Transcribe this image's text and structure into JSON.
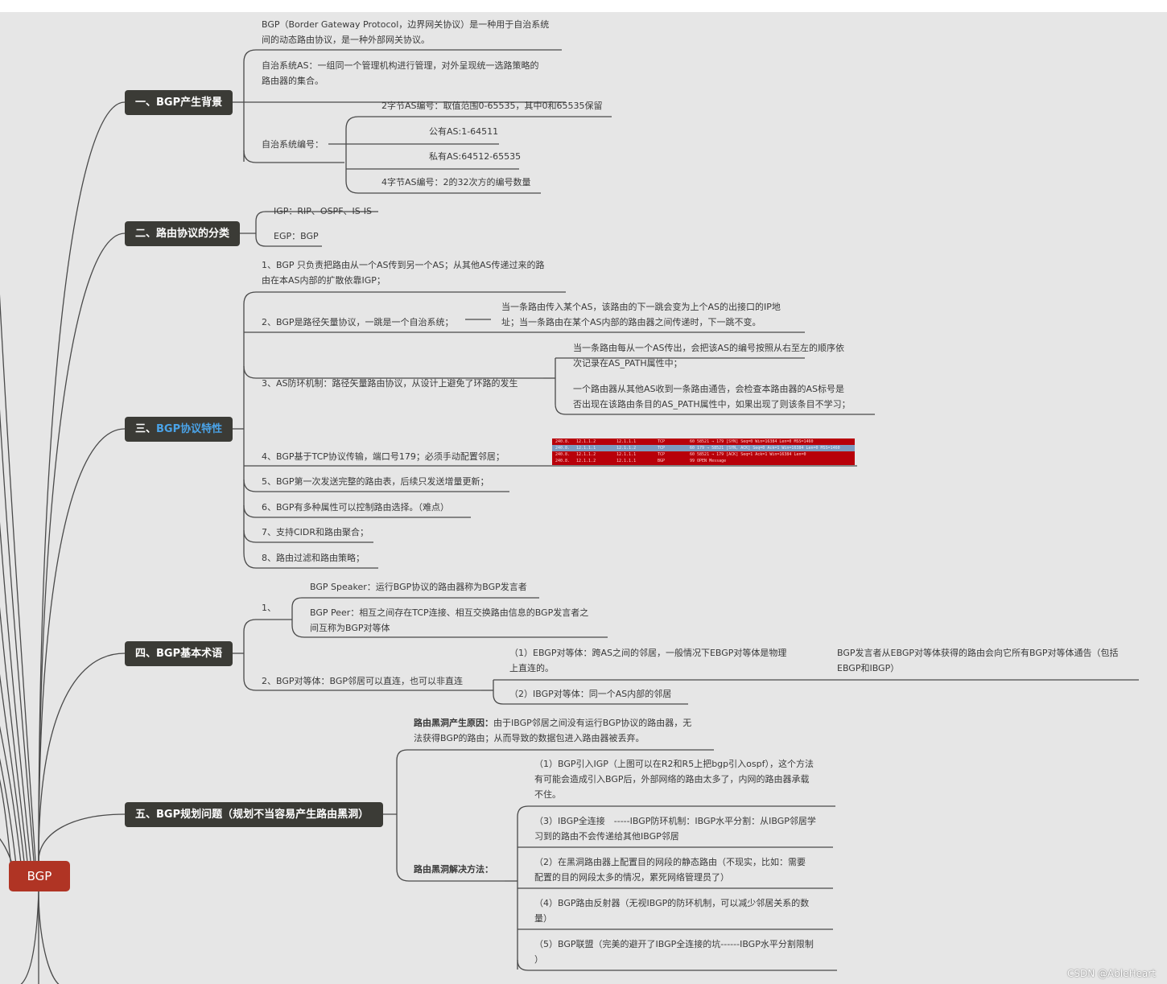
{
  "root": "BGP",
  "branches": {
    "b1": "一、BGP产生背景",
    "b2": "二、路由协议的分类",
    "b3_prefix": "三、",
    "b3_hl": "BGP协议特性",
    "b4": "四、BGP基本术语",
    "b5": "五、BGP规划问题（规划不当容易产生路由黑洞）"
  },
  "b1": {
    "def1": "BGP（Border Gateway Protocol，边界网关协议）是一种用于自治系统",
    "def2": "间的动态路由协议，是一种外部网关协议。",
    "as1": "自治系统AS：一组同一个管理机构进行管理，对外呈现统一选路策略的",
    "as2": "路由器的集合。",
    "num_label": "自治系统编号：",
    "n2byte": "2字节AS编号：取值范围0-65535，其中0和65535保留",
    "public": "公有AS:1-64511",
    "private": "私有AS:64512-65535",
    "n4byte": "4字节AS编号：2的32次方的编号数量"
  },
  "b2": {
    "igp": "IGP：RIP、OSPF、IS-IS",
    "egp": "EGP：BGP"
  },
  "b3": {
    "f1a": "1、BGP 只负责把路由从一个AS传到另一个AS；从其他AS传递过来的路",
    "f1b": "由在本AS内部的扩散依靠IGP；",
    "f2": "2、BGP是路径矢量协议，一跳是一个自治系统；",
    "f2na": "当一条路由传入某个AS，该路由的下一跳会变为上个AS的出接口的IP地",
    "f2nb": "址；当一条路由在某个AS内部的路由器之间传递时，下一跳不变。",
    "f3": "3、AS防环机制：路径矢量路由协议，从设计上避免了环路的发生",
    "f3n1a": "当一条路由每从一个AS传出，会把该AS的编号按照从右至左的顺序依",
    "f3n1b": "次记录在AS_PATH属性中；",
    "f3n2a": "一个路由器从其他AS收到一条路由通告，会检查本路由器的AS标号是",
    "f3n2b": "否出现在该路由条目的AS_PATH属性中，如果出现了则该条目不学习；",
    "f4": "4、BGP基于TCP协议传输，端口号179；必须手动配置邻居；",
    "f5": "5、BGP第一次发送完整的路由表，后续只发送增量更新；",
    "f6": "6、BGP有多种属性可以控制路由选择。（难点）",
    "f7": "7、支持CIDR和路由聚合；",
    "f8": "8、路由过滤和路由策略；"
  },
  "packets": [
    {
      "no": "240.8.",
      "src": "12.1.1.2",
      "dst": "12.1.1.1",
      "proto": "TCP",
      "info": "60 58521 → 179 [SYN] Seq=0 Win=16384 Len=0 MSS=1460"
    },
    {
      "no": "240.8.",
      "src": "12.1.1.1",
      "dst": "12.1.1.2",
      "proto": "TCP",
      "info": "60 179 → 58521 [SYN, ACK] Seq=0 Ack=1 Win=16384 Len=0 MSS=1460"
    },
    {
      "no": "240.8.",
      "src": "12.1.1.2",
      "dst": "12.1.1.1",
      "proto": "TCP",
      "info": "60 58521 → 179 [ACK] Seq=1 Ack=1 Win=16384 Len=0"
    },
    {
      "no": "240.8.",
      "src": "12.1.1.2",
      "dst": "12.1.1.1",
      "proto": "BGP",
      "info": "99 OPEN Message"
    }
  ],
  "b4": {
    "t1": "1、",
    "speaker": "BGP Speaker：运行BGP协议的路由器称为BGP发言者",
    "peer1": "BGP Peer：相互之间存在TCP连接、相互交换路由信息的BGP发言者之",
    "peer2": "间互称为BGP对等体",
    "t2": "2、BGP对等体：BGP邻居可以直连，也可以非直连",
    "ebgp1": "（1）EBGP对等体：跨AS之间的邻居，一般情况下EBGP对等体是物理",
    "ebgp2": "上直连的。",
    "ebgpn1": "BGP发言者从EBGP对等体获得的路由会向它所有BGP对等体通告（包括",
    "ebgpn2": "EBGP和IBGP）",
    "ibgp": "（2）IBGP对等体：同一个AS内部的邻居"
  },
  "b5": {
    "cause_label": "路由黑洞产生原因：",
    "cause1": "由于IBGP邻居之间没有运行BGP协议的路由器，无",
    "cause2": "法获得BGP的路由；从而导致的数据包进入路由器被丢弃。",
    "sol_label": "路由黑洞解决方法：",
    "s1a": "（1）BGP引入IGP（上图可以在R2和R5上把bgp引入ospf），这个方法",
    "s1b": "有可能会造成引入BGP后，外部网络的路由太多了，内网的路由器承载",
    "s1c": "不住。",
    "s3a": "（3）IBGP全连接　-----IBGP防环机制：IBGP水平分割：从IBGP邻居学",
    "s3b": "习到的路由不会传递给其他IBGP邻居",
    "s2a": "（2）在黑洞路由器上配置目的网段的静态路由（不现实，比如：需要",
    "s2b": "配置的目的网段太多的情况，累死网络管理员了）",
    "s4a": "（4）BGP路由反射器（无视IBGP的防环机制，可以减少邻居关系的数",
    "s4b": "量）",
    "s5a": "（5）BGP联盟（完美的避开了IBGP全连接的坑------IBGP水平分割限制",
    "s5b": "）"
  },
  "watermark": "CSDN @AbleHeart",
  "colors": {
    "canvas": "#e6e6e6",
    "branch": "#3b3b36",
    "root": "#b03424",
    "line": "#4a4a4a",
    "highlight": "#4aa3e8",
    "packet": "#b8000a"
  }
}
